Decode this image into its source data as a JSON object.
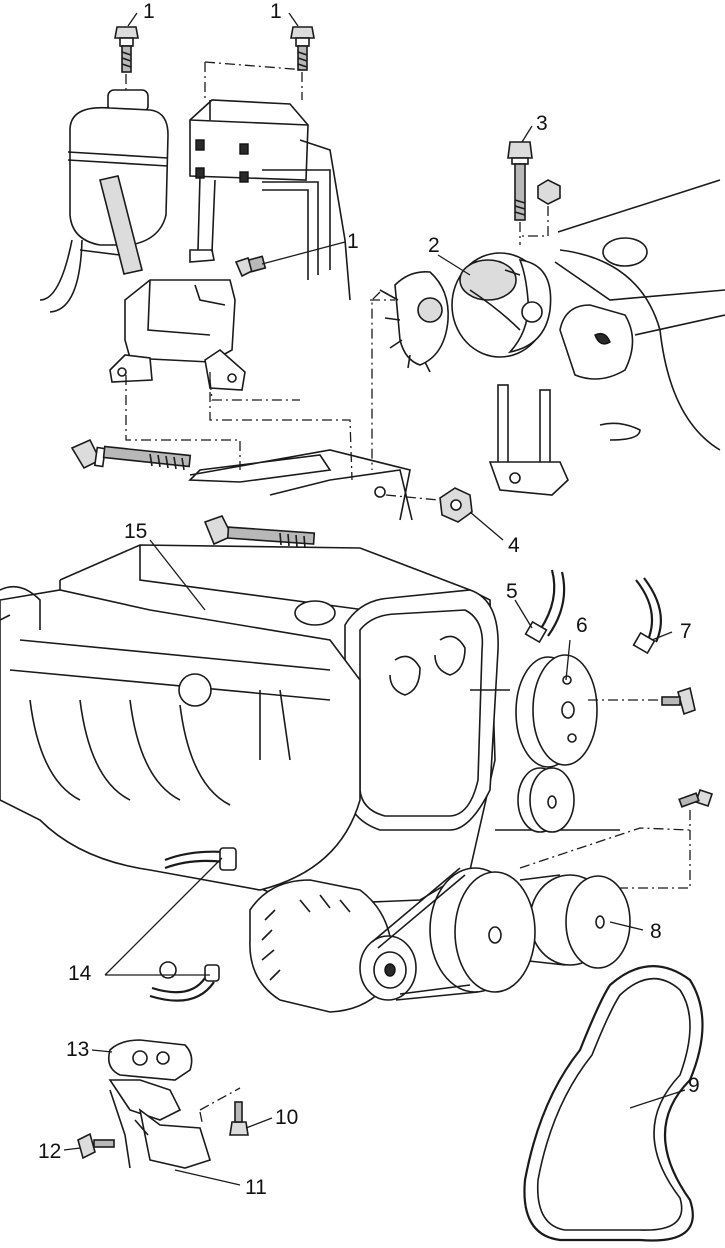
{
  "callouts": [
    {
      "id": "1a",
      "text": "1"
    },
    {
      "id": "1b",
      "text": "1"
    },
    {
      "id": "1c",
      "text": "1"
    },
    {
      "id": "2",
      "text": "2"
    },
    {
      "id": "3",
      "text": "3"
    },
    {
      "id": "4",
      "text": "4"
    },
    {
      "id": "5",
      "text": "5"
    },
    {
      "id": "6",
      "text": "6"
    },
    {
      "id": "7",
      "text": "7"
    },
    {
      "id": "8",
      "text": "8"
    },
    {
      "id": "9",
      "text": "9"
    },
    {
      "id": "10",
      "text": "10"
    },
    {
      "id": "11",
      "text": "11"
    },
    {
      "id": "12",
      "text": "12"
    },
    {
      "id": "13",
      "text": "13"
    },
    {
      "id": "14",
      "text": "14"
    },
    {
      "id": "15",
      "text": "15"
    }
  ]
}
